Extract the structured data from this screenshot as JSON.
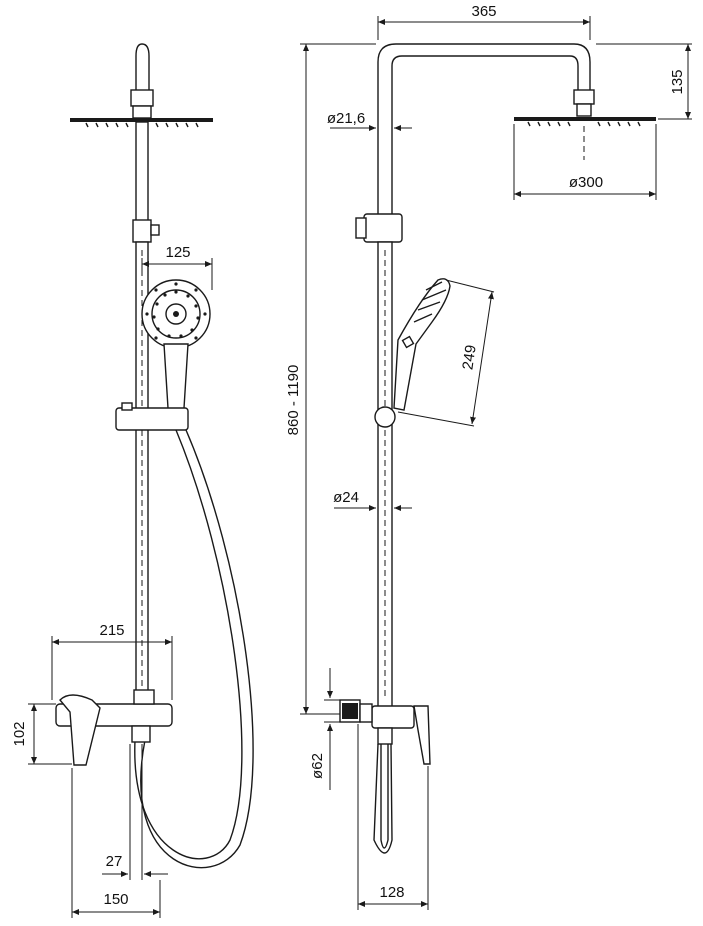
{
  "dimensions": {
    "front_head_width": "125",
    "front_mixer_width": "215",
    "front_mixer_height": "102",
    "front_offset": "27",
    "front_base": "150",
    "side_arm_reach": "365",
    "side_head_drop": "135",
    "side_arm_dia": "ø21,6",
    "side_head_dia": "ø300",
    "side_total_height": "860 - 1190",
    "side_handset_length": "249",
    "side_rail_dia": "ø24",
    "side_outlet_dia": "ø62",
    "side_mixer_depth": "128"
  },
  "colors": {
    "line": "#1a1a1a",
    "background": "#ffffff"
  }
}
